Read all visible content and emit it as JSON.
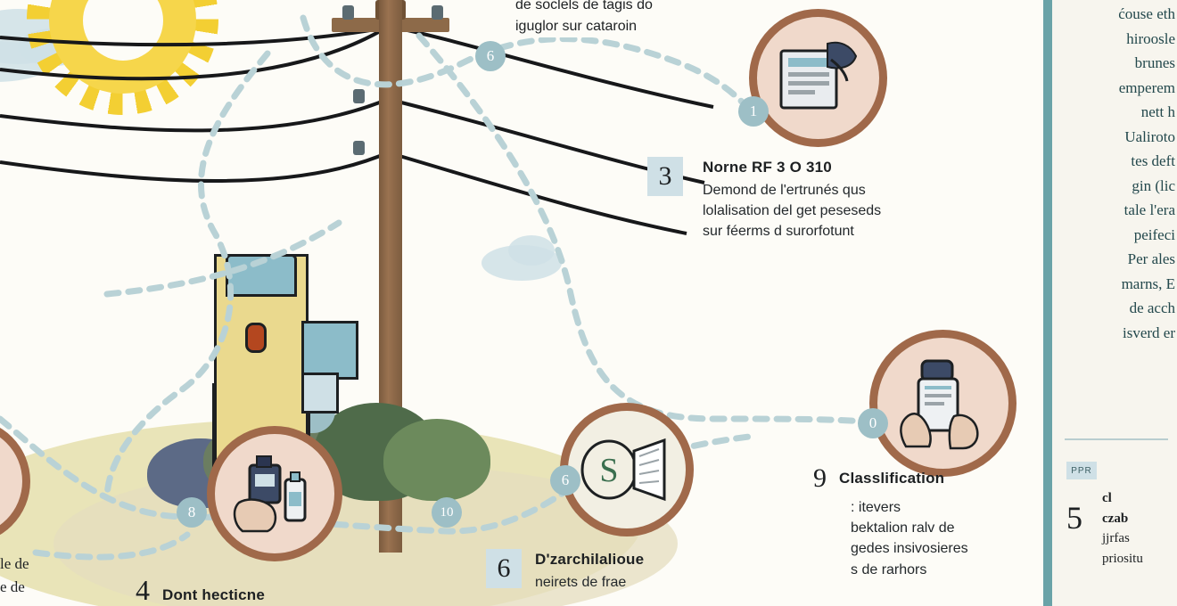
{
  "diagram": {
    "callout_top": {
      "line1": "de soclels de tagis do",
      "line2": "iguglor sur cataroin"
    },
    "steps": [
      {
        "number": "3",
        "title": "Norne RF 3 O 310",
        "body_lines": [
          "Demond de l'ertrunés qus",
          "lolalisation del get peseseds",
          "sur féerms d surorfotunt"
        ]
      },
      {
        "number": "9",
        "title": "Classlification",
        "body_lines": [
          ": itevers",
          "bektalion ralv de",
          "gedes insivosieres",
          "s de rarhors"
        ]
      },
      {
        "number": "4",
        "title": "Dont hecticne",
        "body_lines": []
      },
      {
        "number": "6",
        "title": "D'zarchilalioue",
        "body_lines": [
          "neirets de frae"
        ]
      }
    ],
    "bubbles": [
      {
        "label": "6"
      },
      {
        "label": "1"
      },
      {
        "label": "0"
      },
      {
        "label": "8"
      },
      {
        "label": "10"
      },
      {
        "label": "6"
      }
    ],
    "left_edge_text": [
      "le de",
      "e de"
    ],
    "medallion_icons": [
      "document-form-icon",
      "hand-phone-document-icon",
      "spray-bottle-hand-icon",
      "magnifier-label-icon"
    ]
  },
  "right_panel": {
    "paragraph_lines": [
      "ćouse eth",
      "hiroosle",
      "brunes",
      "emperem",
      "nett h",
      "Ualiroto",
      "tes deft",
      "gin (lic",
      "tale l'era",
      "peifeci",
      "Per ales",
      "marns, E",
      "de acch",
      "isverd er"
    ],
    "tag": "PPR",
    "big_number": "5",
    "lines": [
      "cl",
      "czab",
      "jjrfas",
      "priositu"
    ]
  },
  "colors": {
    "accent_brown": "#a0694a",
    "medallion_fill": "#f0d9cb",
    "teal": "#6aa3a8",
    "pale_blue": "#cfe0e6",
    "yellow": "#f3cf33",
    "ground": "#e9e4b8",
    "ink": "#1d2022"
  }
}
